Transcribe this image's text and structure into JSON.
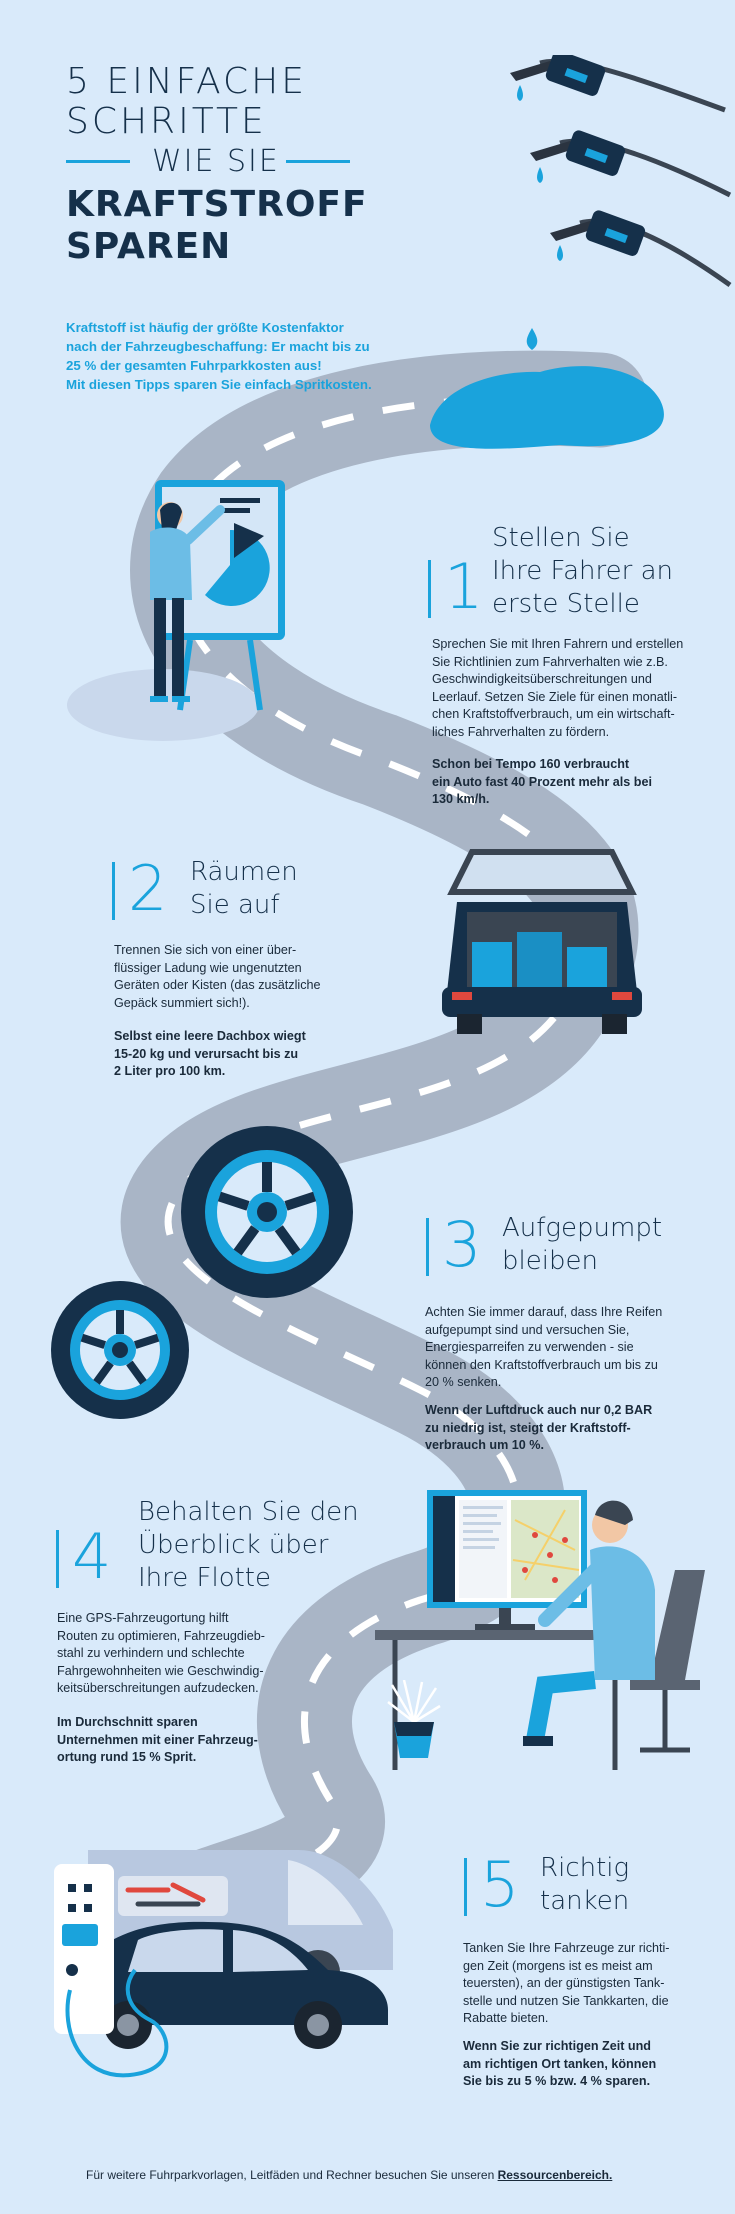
{
  "header": {
    "title_line1": "5 EINFACHE",
    "title_line2": "SCHRITTE",
    "title_line3": "WIE SIE",
    "title_line4": "KRAFTSTROFF",
    "title_line5": "SPAREN"
  },
  "intro": [
    "Kraftstoff ist häufig der größte Kostenfaktor",
    "nach der Fahrzeugbeschaffung: Er macht bis zu",
    "25 % der gesamten Fuhrparkkosten aus!",
    "Mit diesen Tipps sparen Sie einfach Spritkosten."
  ],
  "steps": [
    {
      "number": "1",
      "title": [
        "Stellen Sie",
        "Ihre Fahrer an",
        "erste Stelle"
      ],
      "body": [
        "Sprechen Sie mit Ihren Fahrern und erstellen",
        "Sie Richtlinien zum Fahrverhalten wie z.B.",
        "Geschwindigkeitsüberschreitungen und",
        "Leerlauf. Setzen Sie Ziele für einen monatli-",
        "chen Kraftstoffverbrauch, um ein wirtschaft-",
        "liches Fahrverhalten zu fördern."
      ],
      "highlight": [
        "Schon bei Tempo 160 verbraucht",
        "ein Auto fast 40 Prozent mehr als bei",
        "130 km/h."
      ]
    },
    {
      "number": "2",
      "title": [
        "Räumen",
        "Sie auf"
      ],
      "body": [
        "Trennen Sie sich von einer über-",
        "flüssiger Ladung wie ungenutzten",
        "Geräten oder Kisten (das zusätzliche",
        "Gepäck summiert sich!)."
      ],
      "highlight": [
        "Selbst eine leere Dachbox wiegt",
        "15-20 kg und verursacht bis zu",
        "2 Liter pro 100 km."
      ]
    },
    {
      "number": "3",
      "title": [
        "Aufgepumpt",
        "bleiben"
      ],
      "body": [
        "Achten Sie immer darauf, dass Ihre Reifen",
        "aufgepumpt sind und versuchen Sie,",
        "Energiesparreifen zu verwenden - sie",
        "können den Kraftstoffverbrauch um bis zu",
        "20 % senken."
      ],
      "highlight": [
        "Wenn der Luftdruck auch nur 0,2 BAR",
        "zu niedrig ist, steigt der Kraftstoff-",
        "verbrauch um 10 %."
      ]
    },
    {
      "number": "4",
      "title": [
        "Behalten Sie den",
        "Überblick über",
        "Ihre Flotte"
      ],
      "body": [
        "Eine GPS-Fahrzeugortung hilft",
        "Routen zu optimieren, Fahrzeugdieb-",
        "stahl zu verhindern und schlechte",
        "Fahrgewohnheiten wie Geschwindig-",
        "keitsüberschreitungen aufzudecken."
      ],
      "highlight": [
        "Im Durchschnitt sparen",
        "Unternehmen mit einer Fahrzeug-",
        "ortung rund 15 % Sprit."
      ]
    },
    {
      "number": "5",
      "title": [
        "Richtig",
        "tanken"
      ],
      "body": [
        "Tanken Sie Ihre Fahrzeuge zur richti-",
        "gen Zeit (morgens ist es meist am",
        "teuersten), an der günstigsten Tank-",
        "stelle und nutzen Sie Tankkarten, die",
        "Rabatte bieten."
      ],
      "highlight": [
        "Wenn Sie zur richtigen Zeit und",
        "am richtigen Ort tanken, können",
        "Sie bis zu 5 % bzw. 4 % sparen."
      ]
    }
  ],
  "footer": {
    "text": "Für weitere Fuhrparkvorlagen, Leitfäden und Rechner besuchen Sie unseren ",
    "link": "Ressourcenbereich."
  },
  "colors": {
    "background": "#d9eafa",
    "accent": "#1aa3dc",
    "navy": "#15304a",
    "road": "#a9b5c6"
  },
  "icons": [
    "fuel-nozzle-icon",
    "fuel-drop-icon",
    "presentation-board-icon",
    "car-trunk-icon",
    "tire-icon",
    "computer-map-icon",
    "plant-icon",
    "charging-station-icon",
    "car-icon",
    "van-icon"
  ]
}
